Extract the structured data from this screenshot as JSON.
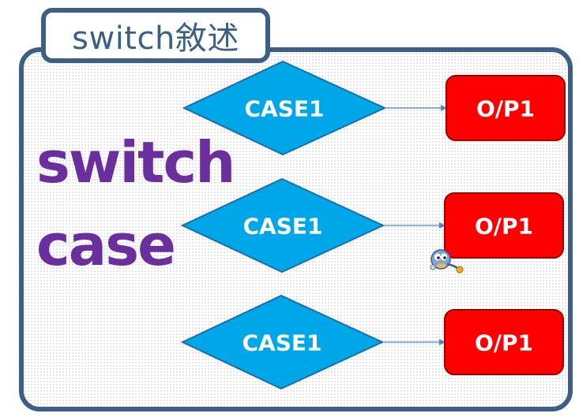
{
  "title": "switch敘述",
  "keyword_line1": "switch",
  "keyword_line2": "case",
  "rows": [
    {
      "case_label": "CASE1",
      "output_label": "O/P1"
    },
    {
      "case_label": "CASE1",
      "output_label": "O/P1"
    },
    {
      "case_label": "CASE1",
      "output_label": "O/P1"
    }
  ],
  "colors": {
    "frame": "#3d5f86",
    "keyword": "#6a2f9c",
    "diamond_fill": "#00a7e8",
    "diamond_stroke": "#1a6fa8",
    "output_fill": "#ff0000",
    "output_stroke": "#9a0000",
    "arrow": "#4d86c4"
  },
  "icons": {
    "mascot": "cartoon-character-icon"
  }
}
